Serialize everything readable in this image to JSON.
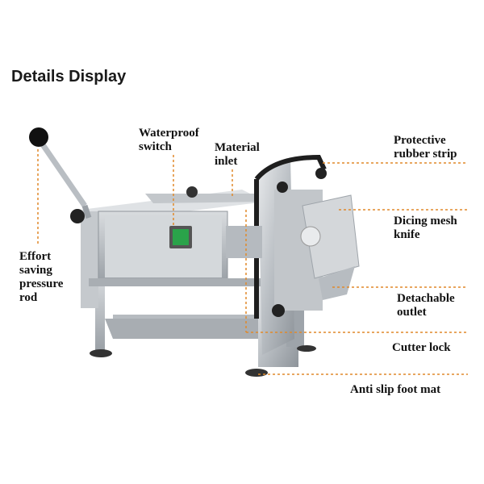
{
  "title": "Details Display",
  "labels": {
    "waterproof_switch": "Waterproof\nswitch",
    "material_inlet": "Material\ninlet",
    "protective_rubber_strip": "Protective\nrubber strip",
    "dicing_mesh_knife": "Dicing mesh\nknife",
    "effort_saving_rod": "Effort\nsaving\npressure\nrod",
    "detachable_outlet": "Detachable\noutlet",
    "cutter_lock": "Cutter lock",
    "anti_slip_foot_mat": "Anti slip foot mat"
  },
  "colors": {
    "leader_line": "#e0892a",
    "steel": "#c9ccd0",
    "steel_dark": "#8f959b",
    "switch_green": "#2aa34a"
  }
}
